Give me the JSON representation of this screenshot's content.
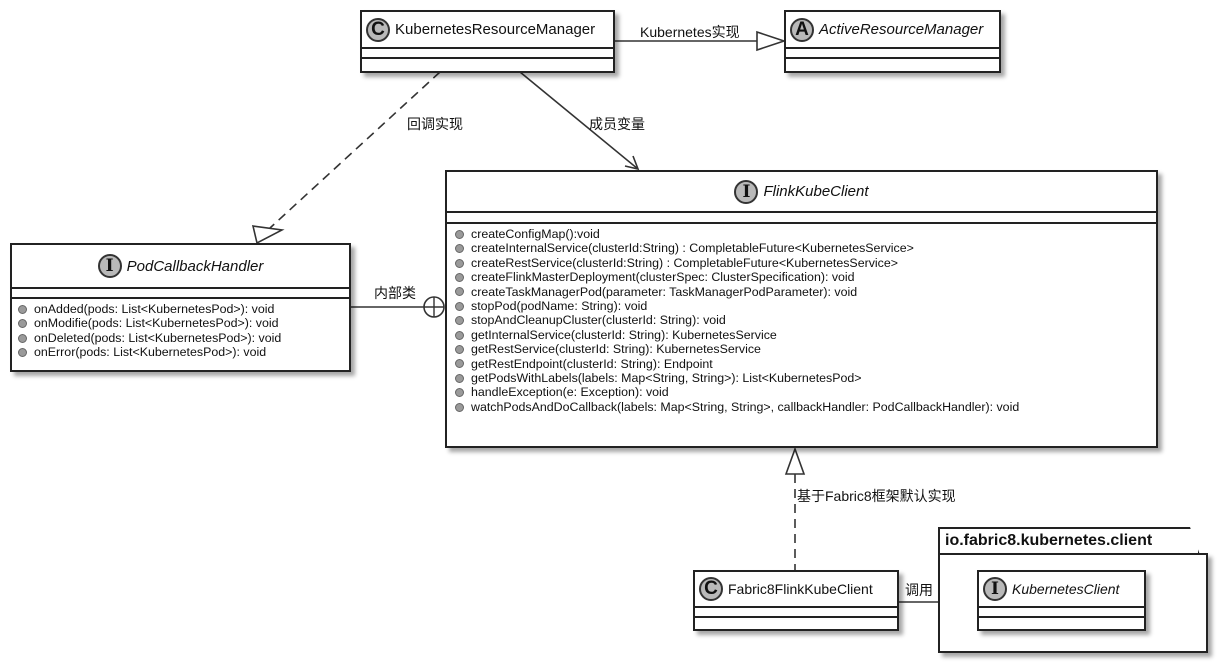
{
  "diagram": {
    "type": "uml-class-diagram",
    "classes": {
      "kubernetes_resource_manager": {
        "stereotype": "C",
        "name": "KubernetesResourceManager",
        "kind": "class"
      },
      "active_resource_manager": {
        "stereotype": "A",
        "name": "ActiveResourceManager",
        "kind": "abstract"
      },
      "flink_kube_client": {
        "stereotype": "I",
        "name": "FlinkKubeClient",
        "kind": "interface",
        "methods": [
          "createConfigMap():void",
          "createInternalService(clusterId:String) : CompletableFuture<KubernetesService>",
          "createRestService(clusterId:String) : CompletableFuture<KubernetesService>",
          "createFlinkMasterDeployment(clusterSpec: ClusterSpecification): void",
          "createTaskManagerPod(parameter: TaskManagerPodParameter): void",
          "stopPod(podName: String): void",
          "stopAndCleanupCluster(clusterId: String): void",
          "getInternalService(clusterId: String): KubernetesService",
          "getRestService(clusterId: String): KubernetesService",
          "getRestEndpoint(clusterId: String): Endpoint",
          "getPodsWithLabels(labels: Map<String, String>): List<KubernetesPod>",
          "handleException(e: Exception): void",
          "watchPodsAndDoCallback(labels: Map<String, String>, callbackHandler: PodCallbackHandler): void"
        ]
      },
      "pod_callback_handler": {
        "stereotype": "I",
        "name": "PodCallbackHandler",
        "kind": "interface",
        "methods": [
          "onAdded(pods: List<KubernetesPod>): void",
          "onModifie(pods: List<KubernetesPod>): void",
          "onDeleted(pods: List<KubernetesPod>): void",
          "onError(pods: List<KubernetesPod>): void"
        ]
      },
      "fabric8_flink_kube_client": {
        "stereotype": "C",
        "name": "Fabric8FlinkKubeClient",
        "kind": "class"
      },
      "kubernetes_client": {
        "stereotype": "I",
        "name": "KubernetesClient",
        "kind": "interface"
      }
    },
    "package": {
      "name": "io.fabric8.kubernetes.client"
    },
    "relations": {
      "k8s_impl": {
        "label": "Kubernetes实现",
        "from": "KubernetesResourceManager",
        "to": "ActiveResourceManager",
        "type": "generalization"
      },
      "member_var": {
        "label": "成员变量",
        "from": "KubernetesResourceManager",
        "to": "FlinkKubeClient",
        "type": "association"
      },
      "callback_impl": {
        "label": "回调实现",
        "from": "KubernetesResourceManager",
        "to": "PodCallbackHandler",
        "type": "realization"
      },
      "inner_class": {
        "label": "内部类",
        "from": "PodCallbackHandler",
        "to": "FlinkKubeClient",
        "type": "nesting"
      },
      "fabric8_default": {
        "label": "基于Fabric8框架默认实现",
        "from": "Fabric8FlinkKubeClient",
        "to": "FlinkKubeClient",
        "type": "realization"
      },
      "invoke": {
        "label": "调用",
        "from": "Fabric8FlinkKubeClient",
        "to": "KubernetesClient",
        "type": "association"
      }
    }
  }
}
